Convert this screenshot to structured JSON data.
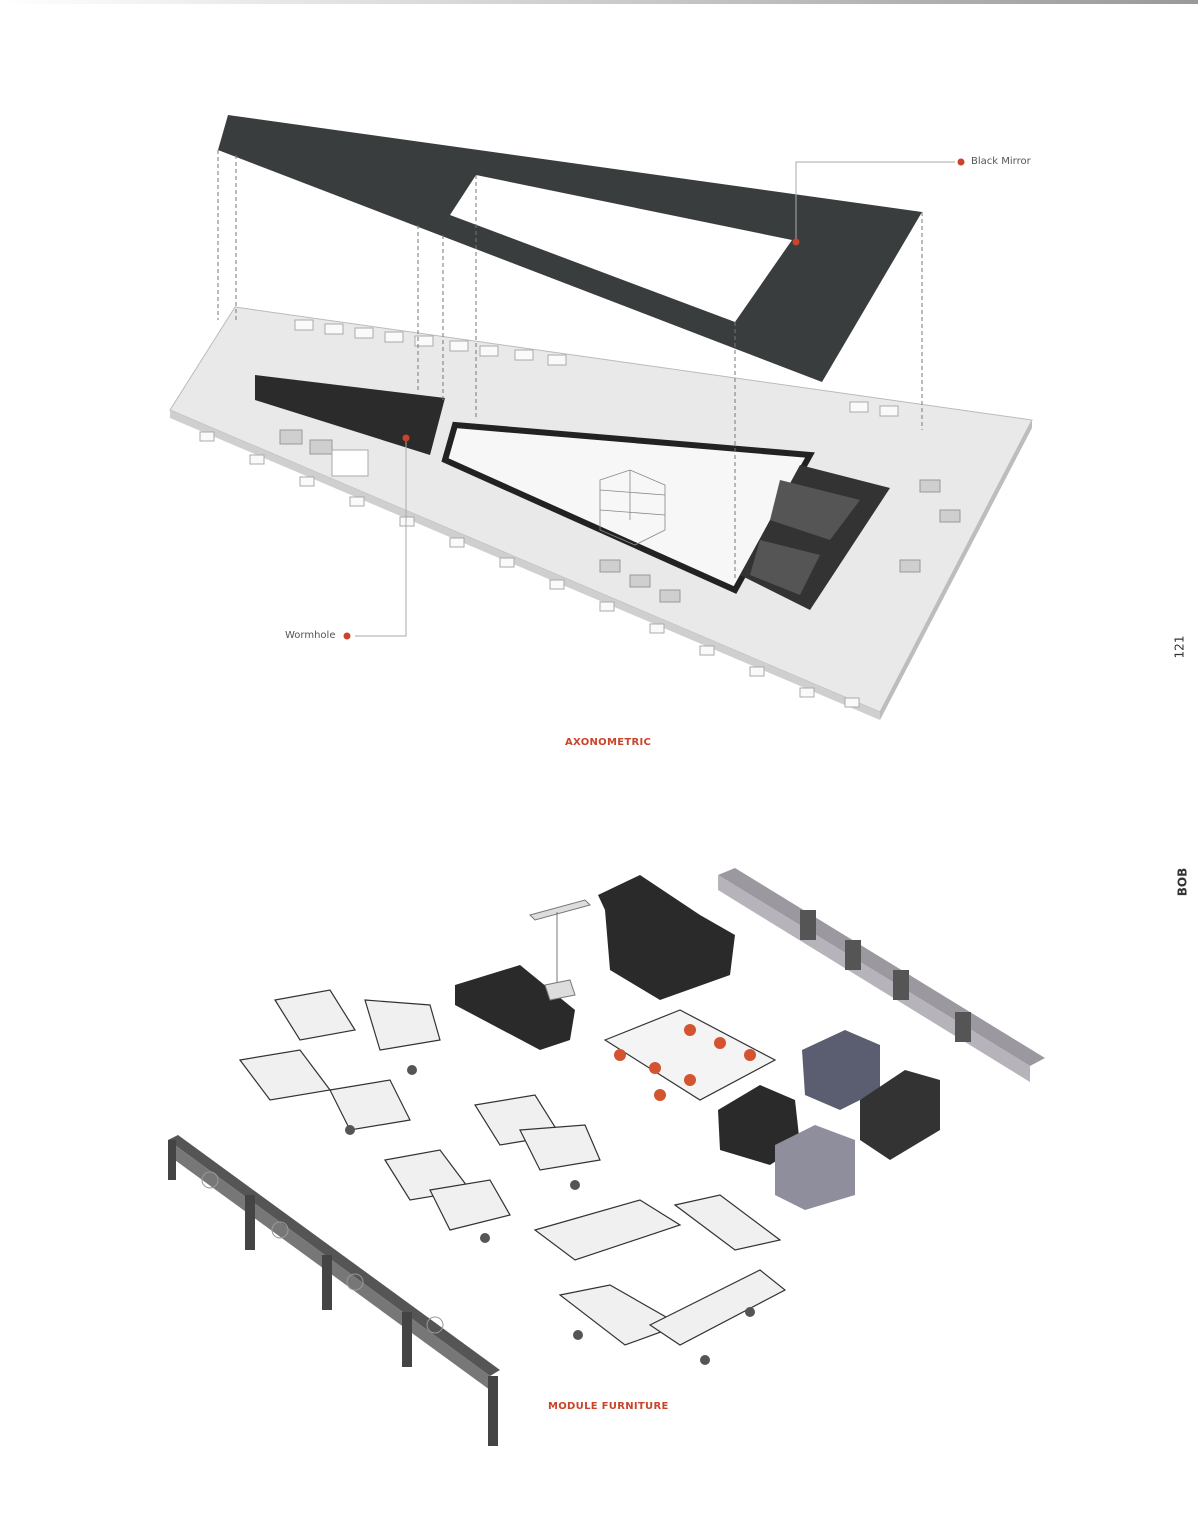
{
  "callouts": {
    "black_mirror": "Black Mirror",
    "wormhole": "Wormhole"
  },
  "captions": {
    "axonometric": "AXONOMETRIC",
    "module_furniture": "MODULE FURNITURE"
  },
  "margin": {
    "page_number": "121",
    "section": "BOB"
  },
  "colors": {
    "accent": "#c8442a",
    "slab": "#3a3d3e",
    "floor": "#e6e6e6"
  }
}
